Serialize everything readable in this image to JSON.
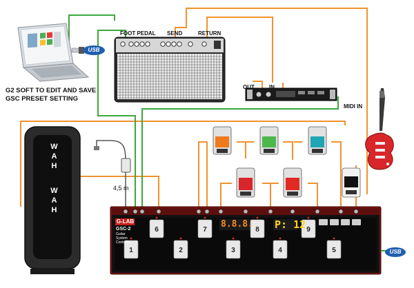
{
  "amp": {
    "foot_pedal_label": "FOOT PEDAL",
    "send_label": "SEND",
    "return_label": "RETURN"
  },
  "rack": {
    "out_label": "OUT",
    "in_label": "IN",
    "midi_in_label": "MIDI IN"
  },
  "software": {
    "caption_line1": "G2 SOFT TO EDIT AND SAVE",
    "caption_line2": "GSC PRESET SETTING",
    "usb_label": "USB"
  },
  "wah": {
    "letters_top": [
      "W",
      "A",
      "H"
    ],
    "letters_bottom": [
      "W",
      "A",
      "H"
    ]
  },
  "power": {
    "cable_length": "4,5 m"
  },
  "controller": {
    "brand": "G-LAB",
    "model": "GSC-2",
    "subtitle_lines": [
      "Guitar",
      "System",
      "Controller"
    ],
    "display_left": "8.8.8.",
    "display_right": "P: 12",
    "usb_label": "USB",
    "buttons": [
      "1",
      "2",
      "3",
      "4",
      "5",
      "6",
      "7",
      "8",
      "9"
    ]
  },
  "colors": {
    "orange_cable": "#f0922e",
    "green_cable": "#3aa83a",
    "controller_body": "#7a1410",
    "usb_blue": "#1f5fae"
  }
}
